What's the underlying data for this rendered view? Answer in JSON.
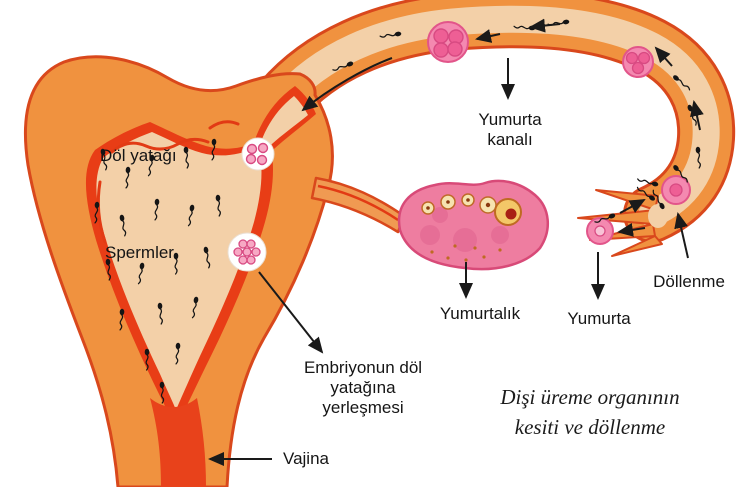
{
  "figure": {
    "caption_line1": "Dişi üreme organının",
    "caption_line2": "kesiti ve döllenme"
  },
  "labels": {
    "uterus": "Döl yatağı",
    "sperm": "Spermler",
    "egg_canal_line1": "Yumurta",
    "egg_canal_line2": "kanalı",
    "ovary": "Yumurtalık",
    "egg": "Yumurta",
    "fertilization": "Döllenme",
    "implantation_line1": "Embriyonun döl",
    "implantation_line2": "yatağına",
    "implantation_line3": "yerleşmesi",
    "vagina": "Vajina"
  },
  "colors": {
    "outer_wall": "#f0923f",
    "wall_outline": "#d9481c",
    "lining_red": "#e83d16",
    "cavity_peach": "#f3d0a8",
    "ovary_pink": "#ee7da0",
    "ovary_outline": "#d84a78",
    "egg_pink": "#f489b0",
    "egg_inner_pink": "#ee5f95",
    "follicle_yellow": "#f3c768",
    "arrow_black": "#1a1a1a"
  }
}
